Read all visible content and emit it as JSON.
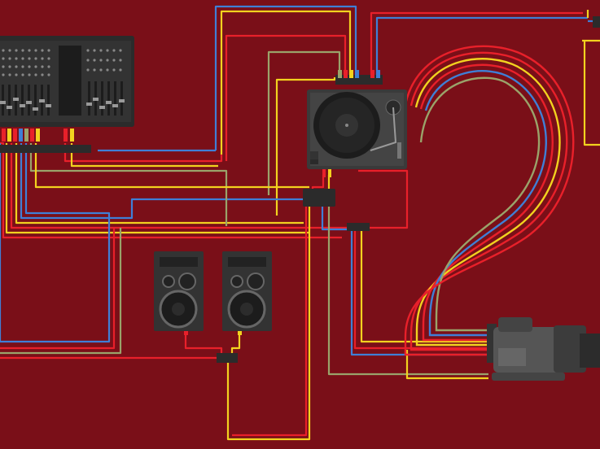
{
  "colors": {
    "background": "#7a0f18",
    "cable_red": "#e8202a",
    "cable_yellow": "#f2d21f",
    "cable_blue": "#3f7fd6",
    "cable_olive": "#9aa36a",
    "device_dark": "#2b2b2b",
    "device_mid": "#3a3a3a",
    "device_light": "#5a5a5a"
  },
  "devices": {
    "mixer": {
      "name": "mixing-console",
      "icon": "mixer-icon"
    },
    "turntable": {
      "name": "turntable",
      "icon": "turntable-icon"
    },
    "speaker_left": {
      "name": "speaker-left",
      "icon": "speaker-icon"
    },
    "speaker_right": {
      "name": "speaker-right",
      "icon": "speaker-icon"
    },
    "camera": {
      "name": "video-camera",
      "icon": "camera-icon"
    },
    "monitor": {
      "name": "monitor-partial",
      "icon": "monitor-icon"
    }
  }
}
